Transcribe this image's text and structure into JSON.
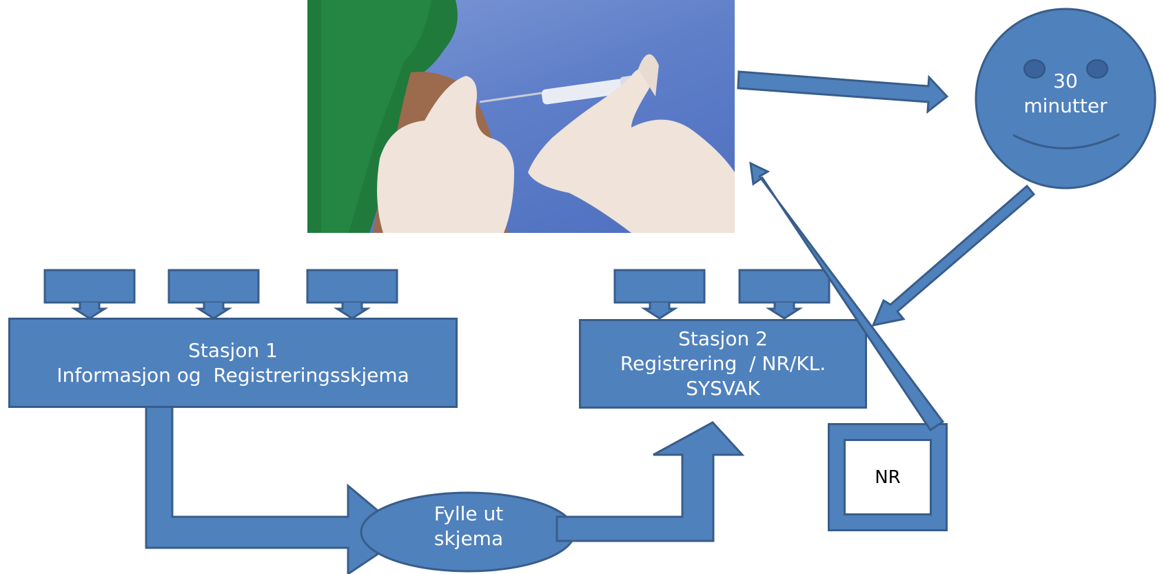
{
  "station1": {
    "title": "Stasjon 1",
    "subtitle": "Informasjon og  Registreringsskjema"
  },
  "station2": {
    "title": "Stasjon 2",
    "line2": "Registrering  / NR/KL.",
    "line3": "SYSVAK"
  },
  "form_step": {
    "line1": "Fylle ut",
    "line2": "skjema"
  },
  "wait_face": {
    "line1": "30",
    "line2": "minutter"
  },
  "nr_box": {
    "label": "NR"
  },
  "photo": {
    "subject": "vaccination-injection"
  },
  "colors": {
    "fill": "#4f81bd",
    "stroke": "#385d8a",
    "text": "#ffffff"
  }
}
